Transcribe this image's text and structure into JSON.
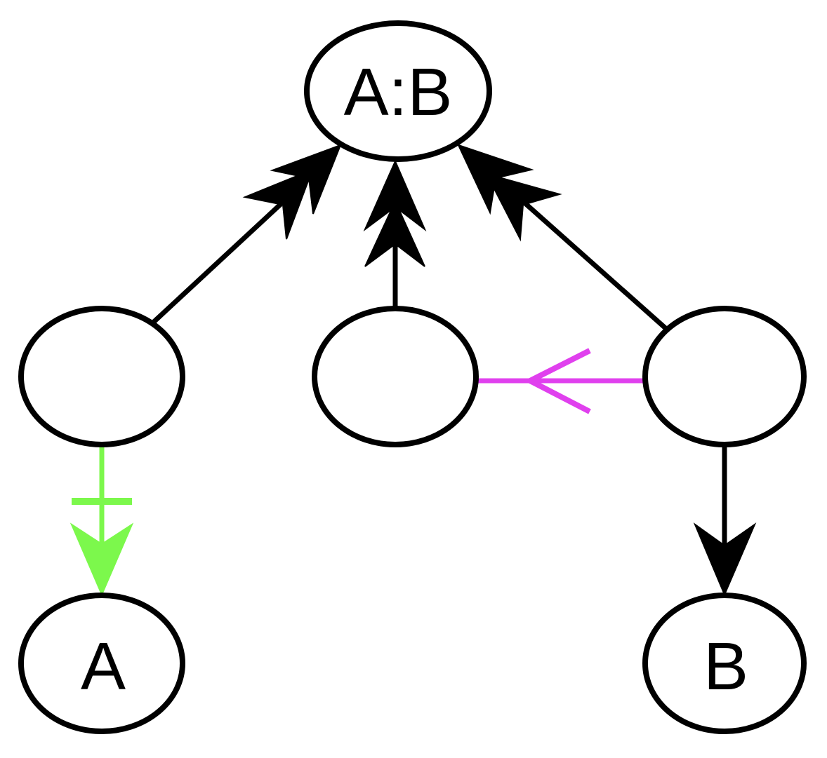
{
  "graph": {
    "nodes": [
      {
        "id": "ab",
        "label": "A:B"
      },
      {
        "id": "left",
        "label": ""
      },
      {
        "id": "middle",
        "label": ""
      },
      {
        "id": "right",
        "label": ""
      },
      {
        "id": "a",
        "label": "A"
      },
      {
        "id": "b",
        "label": "B"
      }
    ],
    "edges": [
      {
        "from": "left",
        "to": "ab",
        "arrowhead": "double-normal",
        "color": "#000000"
      },
      {
        "from": "middle",
        "to": "ab",
        "arrowhead": "double-normal",
        "color": "#000000"
      },
      {
        "from": "right",
        "to": "ab",
        "arrowhead": "double-normal",
        "color": "#000000"
      },
      {
        "from": "right",
        "to": "middle",
        "arrowhead": "open-vee",
        "color": "#e040ee"
      },
      {
        "from": "left",
        "to": "a",
        "arrowhead": "normal-with-tee",
        "color": "#7cf84c"
      },
      {
        "from": "right",
        "to": "b",
        "arrowhead": "normal",
        "color": "#000000"
      }
    ]
  }
}
